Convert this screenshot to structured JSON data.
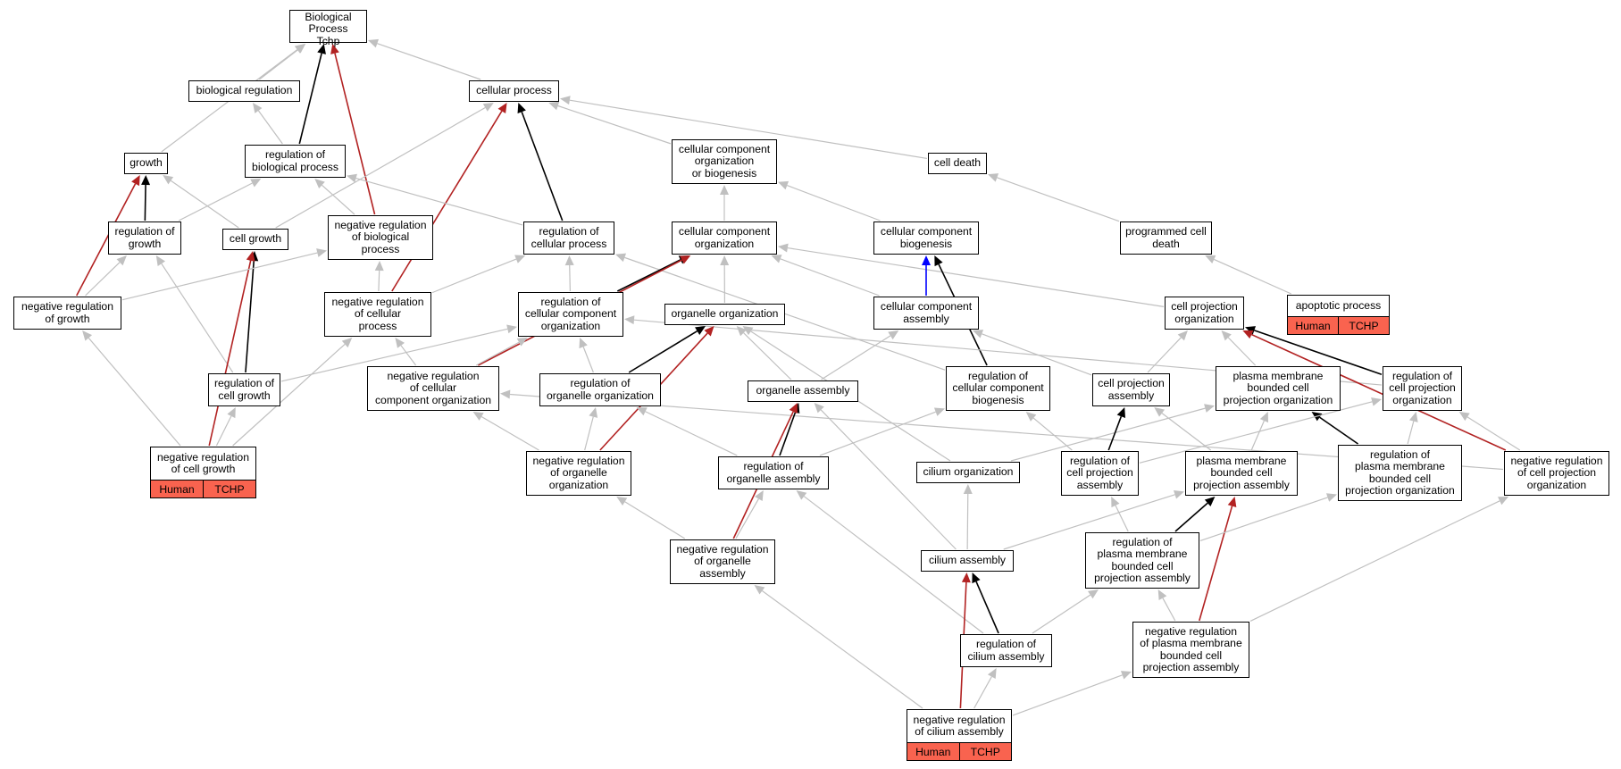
{
  "colors": {
    "is_a": "#c0c0c0",
    "part_of": "#000000",
    "negatively_regulates": "#b22222",
    "positively_occurs": "#0000ff",
    "annotated_fill": "#f9634f"
  },
  "nodes": [
    {
      "id": "bp",
      "label": "Biological Process\nTchp"
    },
    {
      "id": "biological_regulation",
      "label": "biological regulation"
    },
    {
      "id": "cellular_process",
      "label": "cellular process"
    },
    {
      "id": "growth",
      "label": "growth"
    },
    {
      "id": "reg_biological_process",
      "label": "regulation of\nbiological process"
    },
    {
      "id": "cc_org_biogenesis",
      "label": "cellular component\norganization\nor biogenesis"
    },
    {
      "id": "cell_death",
      "label": "cell death"
    },
    {
      "id": "reg_growth",
      "label": "regulation of\ngrowth"
    },
    {
      "id": "cell_growth",
      "label": "cell growth"
    },
    {
      "id": "neg_reg_biological_process",
      "label": "negative regulation\nof biological\nprocess"
    },
    {
      "id": "reg_cellular_process",
      "label": "regulation of\ncellular process"
    },
    {
      "id": "cc_organization",
      "label": "cellular component\norganization"
    },
    {
      "id": "cc_biogenesis",
      "label": "cellular component\nbiogenesis"
    },
    {
      "id": "programmed_cell_death",
      "label": "programmed cell\ndeath"
    },
    {
      "id": "neg_reg_growth",
      "label": "negative regulation\nof growth"
    },
    {
      "id": "neg_reg_cellular_process",
      "label": "negative regulation\nof cellular\nprocess"
    },
    {
      "id": "reg_cc_organization",
      "label": "regulation of\ncellular component\norganization"
    },
    {
      "id": "organelle_organization",
      "label": "organelle organization"
    },
    {
      "id": "cc_assembly",
      "label": "cellular component\nassembly"
    },
    {
      "id": "cell_projection_org",
      "label": "cell projection\norganization"
    },
    {
      "id": "apoptotic_process",
      "label": "apoptotic process",
      "annotations": [
        "Human",
        "TCHP"
      ]
    },
    {
      "id": "reg_cell_growth",
      "label": "regulation of\ncell growth"
    },
    {
      "id": "neg_reg_cc_organization",
      "label": "negative regulation\nof cellular\ncomponent organization"
    },
    {
      "id": "reg_organelle_organization",
      "label": "regulation of\norganelle organization"
    },
    {
      "id": "organelle_assembly",
      "label": "organelle assembly"
    },
    {
      "id": "reg_cc_biogenesis",
      "label": "regulation of\ncellular component\nbiogenesis"
    },
    {
      "id": "cell_projection_assembly",
      "label": "cell projection\nassembly"
    },
    {
      "id": "pm_bounded_cell_projection_org",
      "label": "plasma membrane\nbounded cell\nprojection organization"
    },
    {
      "id": "reg_cell_projection_org",
      "label": "regulation of\ncell projection\norganization"
    },
    {
      "id": "neg_reg_cell_growth",
      "label": "negative regulation\nof cell growth",
      "annotations": [
        "Human",
        "TCHP"
      ]
    },
    {
      "id": "neg_reg_organelle_organization",
      "label": "negative regulation\nof organelle\norganization"
    },
    {
      "id": "reg_organelle_assembly",
      "label": "regulation of\norganelle assembly"
    },
    {
      "id": "cilium_organization",
      "label": "cilium organization"
    },
    {
      "id": "reg_cell_projection_assembly",
      "label": "regulation of\ncell projection\nassembly"
    },
    {
      "id": "pm_bounded_cell_projection_assembly",
      "label": "plasma membrane\nbounded cell\nprojection assembly"
    },
    {
      "id": "reg_pm_bounded_cell_projection_org",
      "label": "regulation of\nplasma membrane\nbounded cell\nprojection organization"
    },
    {
      "id": "neg_reg_cell_projection_org",
      "label": "negative regulation\nof cell projection\norganization"
    },
    {
      "id": "neg_reg_organelle_assembly",
      "label": "negative regulation\nof organelle\nassembly"
    },
    {
      "id": "cilium_assembly",
      "label": "cilium assembly"
    },
    {
      "id": "reg_pm_bounded_cell_projection_assembly",
      "label": "regulation of\nplasma membrane\nbounded cell\nprojection assembly"
    },
    {
      "id": "reg_cilium_assembly",
      "label": "regulation of\ncilium assembly"
    },
    {
      "id": "neg_reg_pm_bounded_cell_projection_assembly",
      "label": "negative regulation\nof plasma membrane\nbounded cell\nprojection assembly"
    },
    {
      "id": "neg_reg_cilium_assembly",
      "label": "negative regulation\nof cilium assembly",
      "annotations": [
        "Human",
        "TCHP"
      ]
    }
  ],
  "edges": [
    {
      "from": "biological_regulation",
      "to": "bp",
      "type": "is_a"
    },
    {
      "from": "cellular_process",
      "to": "bp",
      "type": "is_a"
    },
    {
      "from": "growth",
      "to": "bp",
      "type": "is_a"
    },
    {
      "from": "reg_biological_process",
      "to": "bp",
      "type": "part_of"
    },
    {
      "from": "neg_reg_biological_process",
      "to": "bp",
      "type": "negatively_regulates"
    },
    {
      "from": "reg_biological_process",
      "to": "biological_regulation",
      "type": "is_a"
    },
    {
      "from": "cc_org_biogenesis",
      "to": "cellular_process",
      "type": "is_a"
    },
    {
      "from": "cell_death",
      "to": "cellular_process",
      "type": "is_a"
    },
    {
      "from": "cell_growth",
      "to": "cellular_process",
      "type": "is_a"
    },
    {
      "from": "reg_cellular_process",
      "to": "cellular_process",
      "type": "part_of"
    },
    {
      "from": "neg_reg_cellular_process",
      "to": "cellular_process",
      "type": "negatively_regulates"
    },
    {
      "from": "reg_growth",
      "to": "growth",
      "type": "part_of"
    },
    {
      "from": "cell_growth",
      "to": "growth",
      "type": "is_a"
    },
    {
      "from": "neg_reg_growth",
      "to": "growth",
      "type": "negatively_regulates"
    },
    {
      "from": "reg_growth",
      "to": "reg_biological_process",
      "type": "is_a"
    },
    {
      "from": "neg_reg_biological_process",
      "to": "reg_biological_process",
      "type": "is_a"
    },
    {
      "from": "reg_cellular_process",
      "to": "reg_biological_process",
      "type": "is_a"
    },
    {
      "from": "cc_organization",
      "to": "cc_org_biogenesis",
      "type": "is_a"
    },
    {
      "from": "cc_biogenesis",
      "to": "cc_org_biogenesis",
      "type": "is_a"
    },
    {
      "from": "programmed_cell_death",
      "to": "cell_death",
      "type": "is_a"
    },
    {
      "from": "neg_reg_growth",
      "to": "reg_growth",
      "type": "is_a"
    },
    {
      "from": "reg_cell_growth",
      "to": "reg_growth",
      "type": "is_a"
    },
    {
      "from": "reg_cell_growth",
      "to": "cell_growth",
      "type": "part_of"
    },
    {
      "from": "neg_reg_cell_growth",
      "to": "cell_growth",
      "type": "negatively_regulates"
    },
    {
      "from": "neg_reg_growth",
      "to": "neg_reg_biological_process",
      "type": "is_a"
    },
    {
      "from": "neg_reg_cellular_process",
      "to": "neg_reg_biological_process",
      "type": "is_a"
    },
    {
      "from": "neg_reg_cellular_process",
      "to": "reg_cellular_process",
      "type": "is_a"
    },
    {
      "from": "reg_cc_organization",
      "to": "reg_cellular_process",
      "type": "is_a"
    },
    {
      "from": "reg_cc_biogenesis",
      "to": "reg_cellular_process",
      "type": "is_a"
    },
    {
      "from": "reg_cc_organization",
      "to": "cc_organization",
      "type": "part_of"
    },
    {
      "from": "organelle_organization",
      "to": "cc_organization",
      "type": "is_a"
    },
    {
      "from": "cc_assembly",
      "to": "cc_organization",
      "type": "is_a"
    },
    {
      "from": "cell_projection_org",
      "to": "cc_organization",
      "type": "is_a"
    },
    {
      "from": "neg_reg_cc_organization",
      "to": "cc_organization",
      "type": "negatively_regulates"
    },
    {
      "from": "cc_assembly",
      "to": "cc_biogenesis",
      "type": "positively_occurs"
    },
    {
      "from": "reg_cc_biogenesis",
      "to": "cc_biogenesis",
      "type": "part_of"
    },
    {
      "from": "apoptotic_process",
      "to": "programmed_cell_death",
      "type": "is_a"
    },
    {
      "from": "neg_reg_cell_growth",
      "to": "neg_reg_growth",
      "type": "is_a"
    },
    {
      "from": "neg_reg_cell_growth",
      "to": "neg_reg_cellular_process",
      "type": "is_a"
    },
    {
      "from": "neg_reg_cc_organization",
      "to": "neg_reg_cellular_process",
      "type": "is_a"
    },
    {
      "from": "reg_cell_growth",
      "to": "reg_cc_organization",
      "type": "is_a"
    },
    {
      "from": "neg_reg_cc_organization",
      "to": "reg_cc_organization",
      "type": "is_a"
    },
    {
      "from": "reg_organelle_organization",
      "to": "reg_cc_organization",
      "type": "is_a"
    },
    {
      "from": "reg_cell_projection_org",
      "to": "reg_cc_organization",
      "type": "is_a"
    },
    {
      "from": "reg_organelle_organization",
      "to": "organelle_organization",
      "type": "part_of"
    },
    {
      "from": "organelle_assembly",
      "to": "organelle_organization",
      "type": "is_a"
    },
    {
      "from": "cilium_organization",
      "to": "organelle_organization",
      "type": "is_a"
    },
    {
      "from": "neg_reg_organelle_organization",
      "to": "organelle_organization",
      "type": "negatively_regulates"
    },
    {
      "from": "organelle_assembly",
      "to": "cc_assembly",
      "type": "is_a"
    },
    {
      "from": "cell_projection_assembly",
      "to": "cc_assembly",
      "type": "is_a"
    },
    {
      "from": "cell_projection_assembly",
      "to": "cell_projection_org",
      "type": "is_a"
    },
    {
      "from": "pm_bounded_cell_projection_org",
      "to": "cell_projection_org",
      "type": "is_a"
    },
    {
      "from": "reg_cell_projection_org",
      "to": "cell_projection_org",
      "type": "part_of"
    },
    {
      "from": "neg_reg_cell_projection_org",
      "to": "cell_projection_org",
      "type": "negatively_regulates"
    },
    {
      "from": "neg_reg_cell_growth",
      "to": "reg_cell_growth",
      "type": "is_a"
    },
    {
      "from": "neg_reg_organelle_organization",
      "to": "neg_reg_cc_organization",
      "type": "is_a"
    },
    {
      "from": "neg_reg_cell_projection_org",
      "to": "neg_reg_cc_organization",
      "type": "is_a"
    },
    {
      "from": "neg_reg_organelle_organization",
      "to": "reg_organelle_organization",
      "type": "is_a"
    },
    {
      "from": "reg_organelle_assembly",
      "to": "reg_organelle_organization",
      "type": "is_a"
    },
    {
      "from": "reg_organelle_assembly",
      "to": "organelle_assembly",
      "type": "part_of"
    },
    {
      "from": "cilium_assembly",
      "to": "organelle_assembly",
      "type": "is_a"
    },
    {
      "from": "neg_reg_organelle_assembly",
      "to": "organelle_assembly",
      "type": "negatively_regulates"
    },
    {
      "from": "reg_organelle_assembly",
      "to": "reg_cc_biogenesis",
      "type": "is_a"
    },
    {
      "from": "cilium_organization",
      "to": "pm_bounded_cell_projection_org",
      "type": "is_a"
    },
    {
      "from": "pm_bounded_cell_projection_assembly",
      "to": "pm_bounded_cell_projection_org",
      "type": "is_a"
    },
    {
      "from": "reg_pm_bounded_cell_projection_org",
      "to": "pm_bounded_cell_projection_org",
      "type": "part_of"
    },
    {
      "from": "reg_cell_projection_assembly",
      "to": "reg_cell_projection_org",
      "type": "is_a"
    },
    {
      "from": "reg_pm_bounded_cell_projection_org",
      "to": "reg_cell_projection_org",
      "type": "is_a"
    },
    {
      "from": "neg_reg_cell_projection_org",
      "to": "reg_cell_projection_org",
      "type": "is_a"
    },
    {
      "from": "neg_reg_organelle_assembly",
      "to": "neg_reg_organelle_organization",
      "type": "is_a"
    },
    {
      "from": "neg_reg_organelle_assembly",
      "to": "reg_organelle_assembly",
      "type": "is_a"
    },
    {
      "from": "reg_cilium_assembly",
      "to": "reg_organelle_assembly",
      "type": "is_a"
    },
    {
      "from": "cilium_assembly",
      "to": "cilium_organization",
      "type": "is_a"
    },
    {
      "from": "reg_cell_projection_assembly",
      "to": "cell_projection_assembly",
      "type": "part_of"
    },
    {
      "from": "pm_bounded_cell_projection_assembly",
      "to": "cell_projection_assembly",
      "type": "is_a"
    },
    {
      "from": "reg_cell_projection_assembly",
      "to": "reg_cc_biogenesis",
      "type": "is_a"
    },
    {
      "from": "cilium_assembly",
      "to": "pm_bounded_cell_projection_assembly",
      "type": "is_a"
    },
    {
      "from": "reg_pm_bounded_cell_projection_assembly",
      "to": "pm_bounded_cell_projection_assembly",
      "type": "part_of"
    },
    {
      "from": "neg_reg_pm_bounded_cell_projection_assembly",
      "to": "pm_bounded_cell_projection_assembly",
      "type": "negatively_regulates"
    },
    {
      "from": "reg_pm_bounded_cell_projection_assembly",
      "to": "reg_cell_projection_assembly",
      "type": "is_a"
    },
    {
      "from": "neg_reg_pm_bounded_cell_projection_assembly",
      "to": "neg_reg_cell_projection_org",
      "type": "is_a"
    },
    {
      "from": "reg_pm_bounded_cell_projection_assembly",
      "to": "reg_pm_bounded_cell_projection_org",
      "type": "is_a"
    },
    {
      "from": "neg_reg_pm_bounded_cell_projection_assembly",
      "to": "reg_pm_bounded_cell_projection_assembly",
      "type": "is_a"
    },
    {
      "from": "reg_cilium_assembly",
      "to": "cilium_assembly",
      "type": "part_of"
    },
    {
      "from": "neg_reg_cilium_assembly",
      "to": "cilium_assembly",
      "type": "negatively_regulates"
    },
    {
      "from": "reg_cilium_assembly",
      "to": "reg_pm_bounded_cell_projection_assembly",
      "type": "is_a"
    },
    {
      "from": "neg_reg_cilium_assembly",
      "to": "reg_cilium_assembly",
      "type": "is_a"
    },
    {
      "from": "neg_reg_cilium_assembly",
      "to": "neg_reg_organelle_assembly",
      "type": "is_a"
    },
    {
      "from": "neg_reg_cilium_assembly",
      "to": "neg_reg_pm_bounded_cell_projection_assembly",
      "type": "is_a"
    }
  ]
}
